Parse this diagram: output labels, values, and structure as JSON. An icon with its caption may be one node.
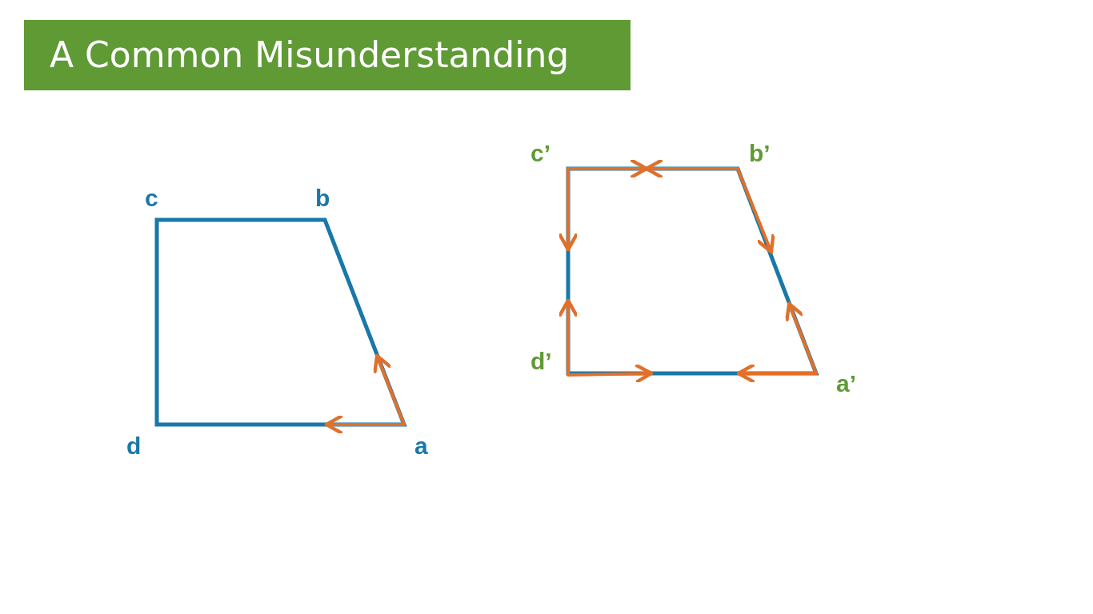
{
  "diagram": {
    "title": "A Common Misunderstanding",
    "labels": [
      "c’",
      "b’",
      "c",
      "b",
      "d’",
      "a’",
      "d",
      "a"
    ]
  }
}
